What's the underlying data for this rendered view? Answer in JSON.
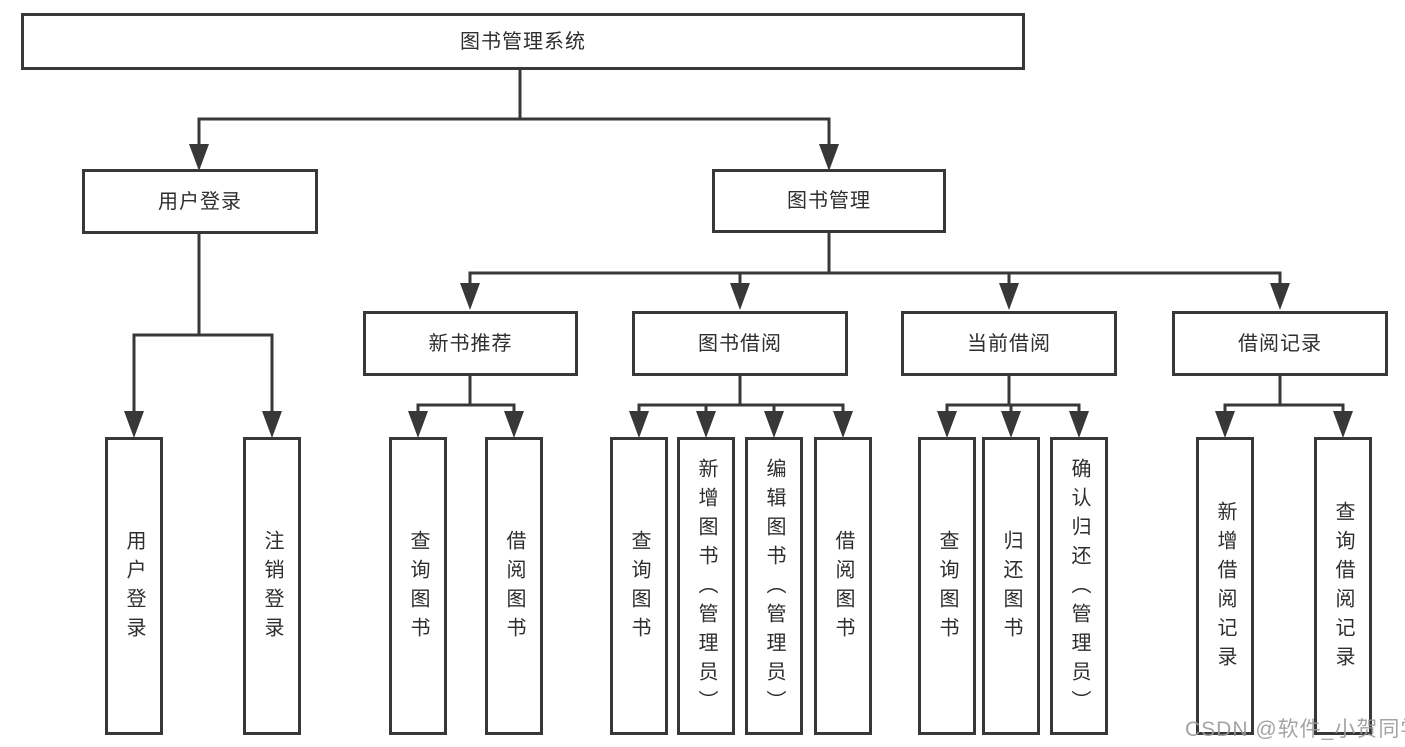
{
  "diagram": {
    "title": "图书管理系统",
    "watermark": "CSDN @软件_小贺同学",
    "colors": {
      "line": "#383838",
      "box_border": "#383838",
      "text": "#2e2e2e",
      "watermark": "#9b9b9b",
      "background": "#ffffff"
    },
    "tree": {
      "label": "图书管理系统",
      "children": [
        {
          "label": "用户登录",
          "children": [
            {
              "label": "用户登录"
            },
            {
              "label": "注销登录"
            }
          ]
        },
        {
          "label": "图书管理",
          "children": [
            {
              "label": "新书推荐",
              "children": [
                {
                  "label": "查询图书"
                },
                {
                  "label": "借阅图书"
                }
              ]
            },
            {
              "label": "图书借阅",
              "children": [
                {
                  "label": "查询图书"
                },
                {
                  "label": "新增图书（管理员）"
                },
                {
                  "label": "编辑图书（管理员）"
                },
                {
                  "label": "借阅图书"
                }
              ]
            },
            {
              "label": "当前借阅",
              "children": [
                {
                  "label": "查询图书"
                },
                {
                  "label": "归还图书"
                },
                {
                  "label": "确认归还（管理员）"
                }
              ]
            },
            {
              "label": "借阅记录",
              "children": [
                {
                  "label": "新增借阅记录"
                },
                {
                  "label": "查询借阅记录"
                }
              ]
            }
          ]
        }
      ]
    }
  }
}
